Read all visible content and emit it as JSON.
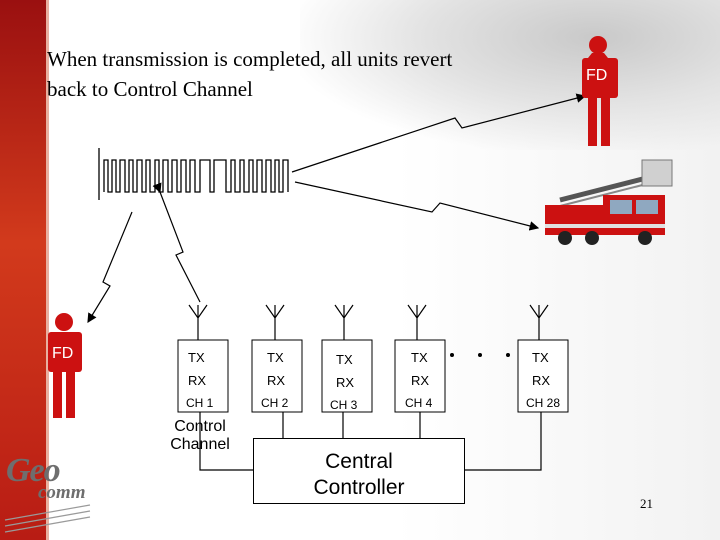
{
  "title": "When transmission is completed, all units revert back to Control Channel",
  "fd_top": {
    "label": "FD"
  },
  "fd_left": {
    "label": "FD"
  },
  "channels": [
    {
      "tx": "TX",
      "rx": "RX",
      "ch": "CH 1"
    },
    {
      "tx": "TX",
      "rx": "RX",
      "ch": "CH 2"
    },
    {
      "tx": "TX",
      "rx": "RX",
      "ch": "CH 3"
    },
    {
      "tx": "TX",
      "rx": "RX",
      "ch": "CH 4"
    },
    {
      "tx": "TX",
      "rx": "RX",
      "ch": "CH 28"
    }
  ],
  "control_channel_label": {
    "line1": "Control",
    "line2": "Channel"
  },
  "central_controller": {
    "line1": "Central",
    "line2": "Controller"
  },
  "logo": {
    "geo": "Geo",
    "comm": "comm"
  },
  "page_number": "21",
  "colors": {
    "accent_red": "#cc1111",
    "band_red": "#c0281a",
    "line": "#000000"
  }
}
